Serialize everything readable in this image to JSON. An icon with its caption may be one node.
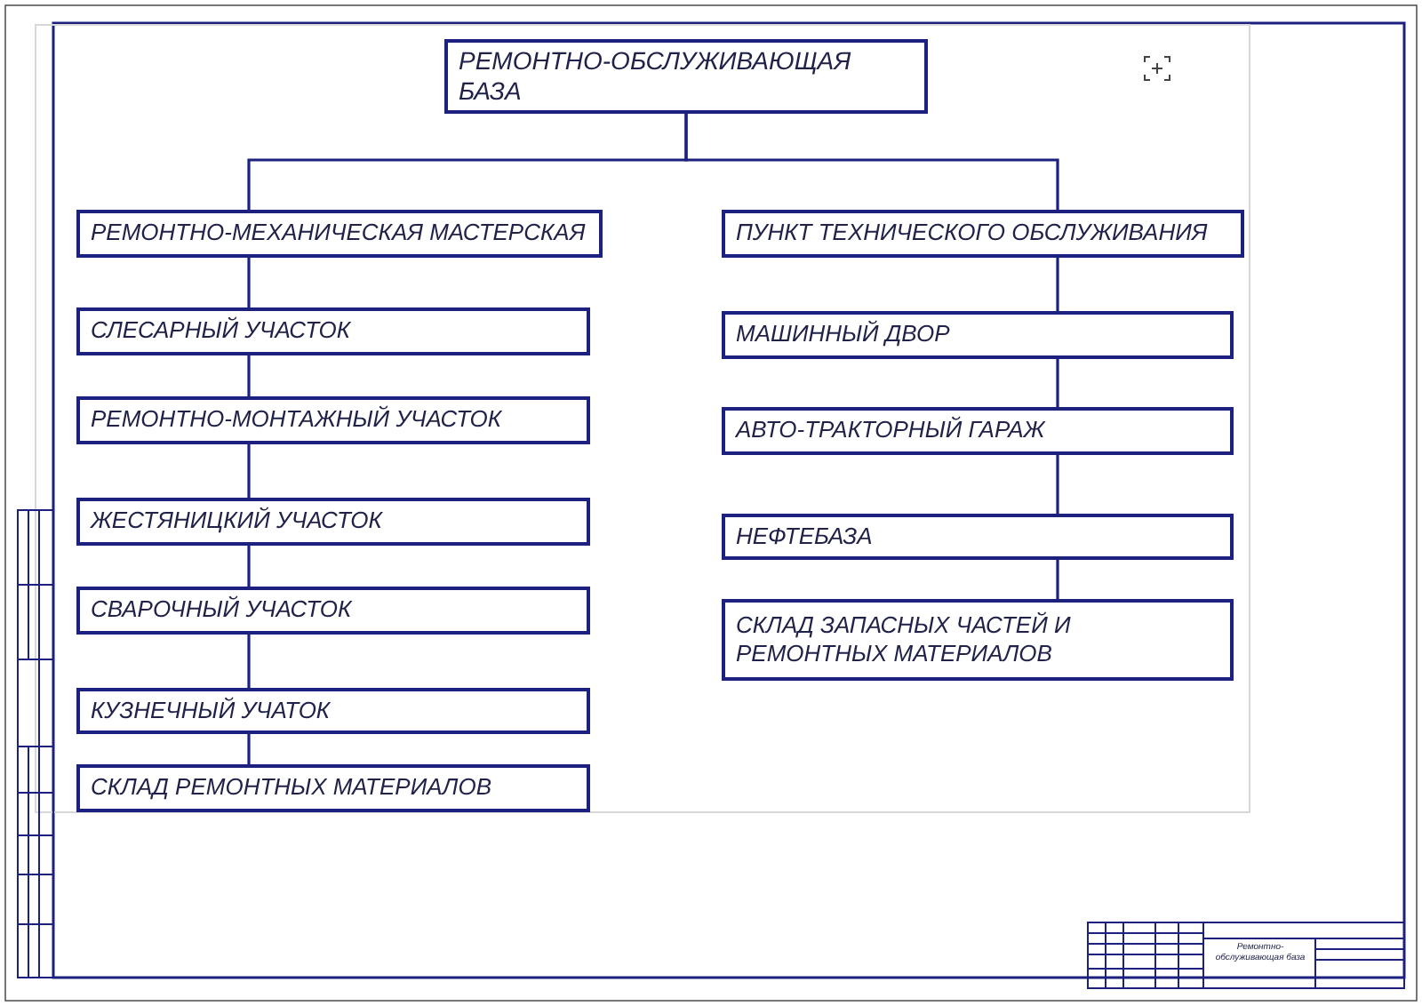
{
  "diagram": {
    "nodes": [
      {
        "text": [
          "РЕМОНТНО-ОБСЛУЖИВАЮЩАЯ БАЗА"
        ]
      },
      {
        "text": [
          "РЕМОНТНО-МЕХАНИЧЕСКАЯ МАСТЕРСКАЯ"
        ]
      },
      {
        "text": [
          "СЛЕСАРНЫЙ УЧАСТОК"
        ]
      },
      {
        "text": [
          "РЕМОНТНО-МОНТАЖНЫЙ УЧАСТОК"
        ]
      },
      {
        "text": [
          "ЖЕСТЯНИЦКИЙ УЧАСТОК"
        ]
      },
      {
        "text": [
          "СВАРОЧНЫЙ УЧАСТОК"
        ]
      },
      {
        "text": [
          "КУЗНЕЧНЫЙ УЧАТОК"
        ]
      },
      {
        "text": [
          "СКЛАД РЕМОНТНЫХ МАТЕРИАЛОВ"
        ]
      },
      {
        "text": [
          "ПУНКТ ТЕХНИЧЕСКОГО ОБСЛУЖИВАНИЯ"
        ]
      },
      {
        "text": [
          "МАШИННЫЙ ДВОР"
        ]
      },
      {
        "text": [
          "АВТО-ТРАКТОРНЫЙ ГАРАЖ"
        ]
      },
      {
        "text": [
          "НЕФТЕБАЗА"
        ]
      },
      {
        "text": [
          "СКЛАД ЗАПАСНЫХ ЧАСТЕЙ И РЕМОНТНЫХ МАТЕРИАЛОВ"
        ]
      }
    ],
    "edges": [
      {
        "from": 0,
        "to": 1,
        "arrow": "none"
      },
      {
        "from": 0,
        "to": 8,
        "arrow": "none"
      },
      {
        "from": 1,
        "to": 2,
        "arrow": "none"
      },
      {
        "from": 2,
        "to": 3,
        "arrow": "none"
      },
      {
        "from": 3,
        "to": 4,
        "arrow": "none"
      },
      {
        "from": 4,
        "to": 5,
        "arrow": "none"
      },
      {
        "from": 5,
        "to": 6,
        "arrow": "none"
      },
      {
        "from": 6,
        "to": 7,
        "arrow": "none"
      },
      {
        "from": 8,
        "to": 9,
        "arrow": "none"
      },
      {
        "from": 9,
        "to": 10,
        "arrow": "none"
      },
      {
        "from": 10,
        "to": 11,
        "arrow": "none"
      },
      {
        "from": 11,
        "to": 12,
        "arrow": "none"
      }
    ],
    "labels": [
      "Ремонтно- обслуживающая база"
    ]
  }
}
